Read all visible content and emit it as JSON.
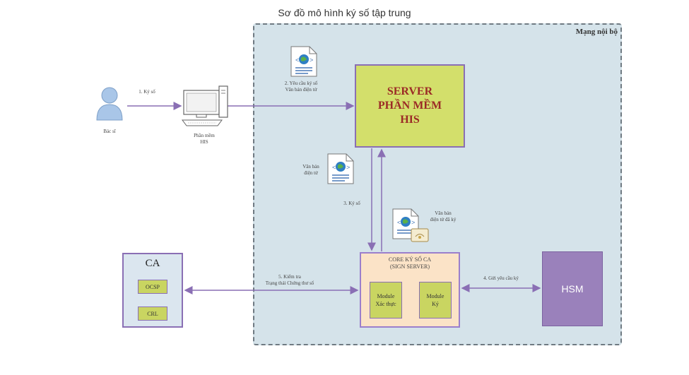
{
  "title": "Sơ đồ mô hình ký số tập trung",
  "network_label": "Mạng nội bộ",
  "server_label": "SERVER\nPHẦN MỀM\nHIS",
  "core": {
    "title": "CORE KÝ SỐ CA\n(SIGN SERVER)",
    "module_auth": "Module\nXác thực",
    "module_sign": "Module\nKý"
  },
  "hsm_label": "HSM",
  "ca": {
    "title": "CA",
    "ocsp": "OCSP",
    "crl": "CRL"
  },
  "actors": {
    "doctor": "Bác sĩ",
    "his_software": "Phần mềm\nHIS"
  },
  "steps": {
    "step1": "1. Ký số",
    "step2": "2. Yêu cầu ký số\nVăn bản điện tử",
    "doc_label": "Văn bản\nđiện tử",
    "step3": "3. Ký số",
    "signed_doc": "Văn bản\nđiện tử đã ký",
    "step4": "4. Gửi yêu cầu ký",
    "step5": "5. Kiểm tra\nTrạng thái Chứng thư số"
  },
  "colors": {
    "network_bg": "#d5e3ea",
    "server_bg": "#d3df6b",
    "server_text": "#9b2a26",
    "core_bg": "#fbe3c7",
    "hsm_bg": "#9a81bb",
    "arrow": "#8a6fb4"
  }
}
